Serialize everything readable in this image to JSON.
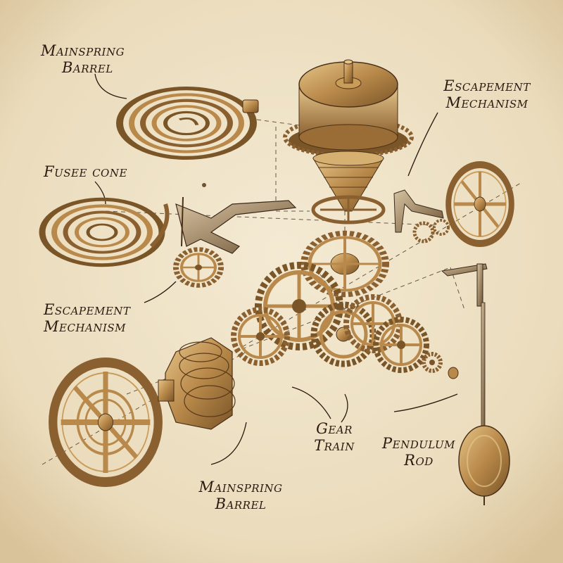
{
  "labels": {
    "mainspring_top": {
      "line1": "Mainspring",
      "line2": "Barrel"
    },
    "fusee": {
      "line1": "Fusee cone"
    },
    "escapement_left": {
      "line1": "Escapement",
      "line2": "Mechanism"
    },
    "mainspring_bottom": {
      "line1": "Mainspring",
      "line2": "Barrel"
    },
    "escapement_right": {
      "line1": "Escapement",
      "line2": "Mechanism"
    },
    "gear_train": {
      "line1": "Gear",
      "line2": "Train"
    },
    "pendulum": {
      "line1": "Pendulum",
      "line2": "Rod"
    }
  },
  "colors": {
    "parchment": "#efe3c8",
    "ink": "#2a1a10",
    "brass": "#b8894a",
    "brass_dark": "#7a5528",
    "brass_light": "#e0bd7e"
  },
  "icons": [
    "spiral-spring-icon",
    "gear-icon",
    "wheel-icon",
    "fusee-cone-icon",
    "pendulum-icon",
    "escapement-icon"
  ]
}
